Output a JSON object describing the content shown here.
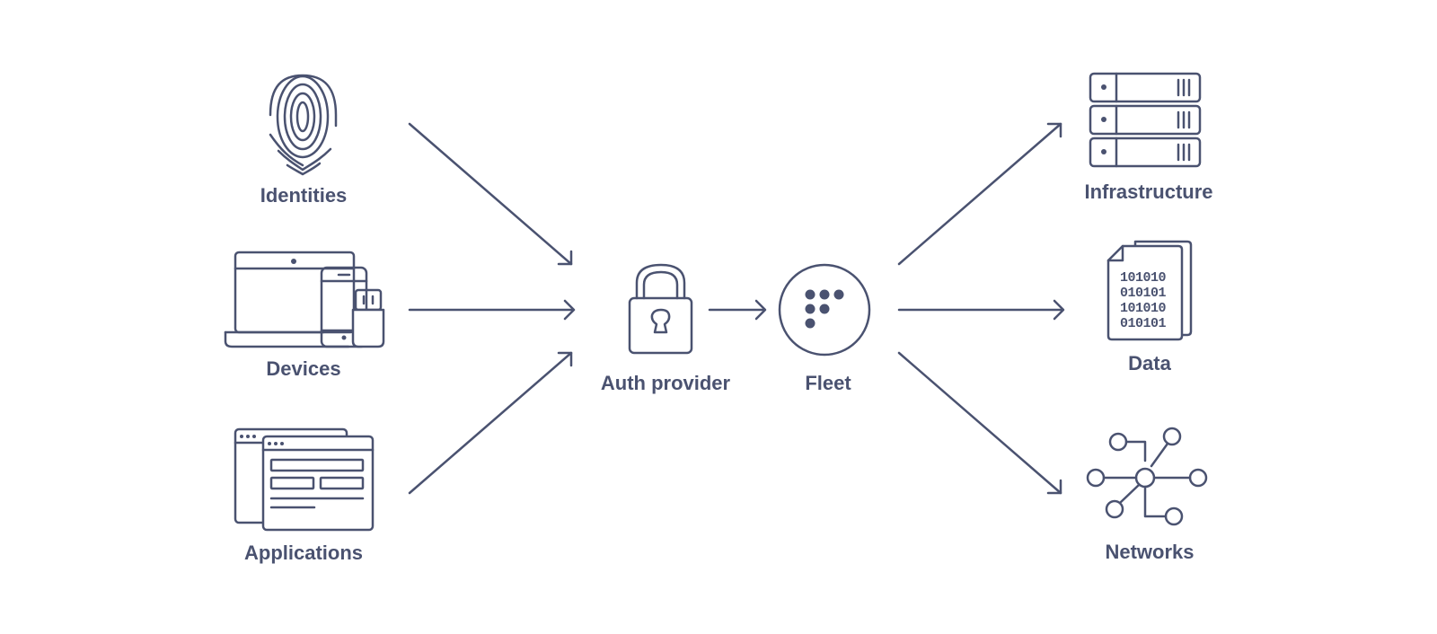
{
  "colors": {
    "ink": "#4a5270",
    "background": "#ffffff"
  },
  "sources": [
    {
      "label": "Identities",
      "icon": "fingerprint-icon"
    },
    {
      "label": "Devices",
      "icon": "devices-icon"
    },
    {
      "label": "Applications",
      "icon": "application-windows-icon"
    }
  ],
  "middle": {
    "auth": {
      "label": "Auth provider",
      "icon": "padlock-icon"
    },
    "fleet": {
      "label": "Fleet",
      "icon": "fleet-logo-icon"
    }
  },
  "targets": [
    {
      "label": "Infrastructure",
      "icon": "server-rack-icon"
    },
    {
      "label": "Data",
      "icon": "binary-document-icon",
      "binary_lines": [
        "101010",
        "010101",
        "101010",
        "010101"
      ]
    },
    {
      "label": "Networks",
      "icon": "network-nodes-icon"
    }
  ]
}
